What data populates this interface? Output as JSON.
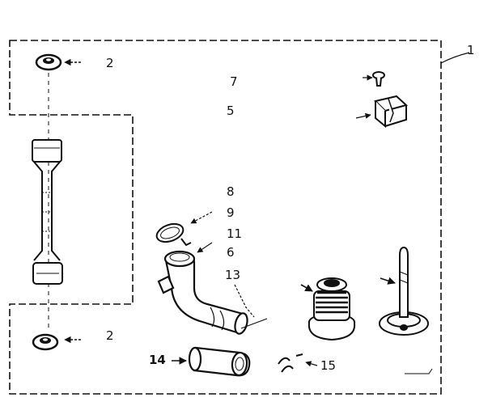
{
  "callouts": {
    "c1": "1",
    "c2_top": "2",
    "c2_bottom": "2",
    "c5": "5",
    "c6": "6",
    "c7": "7",
    "c8": "8",
    "c9": "9",
    "c11": "11",
    "c13": "13",
    "c14": "14",
    "c15": "15"
  },
  "colors": {
    "ink": "#111111",
    "paper": "#ffffff"
  }
}
